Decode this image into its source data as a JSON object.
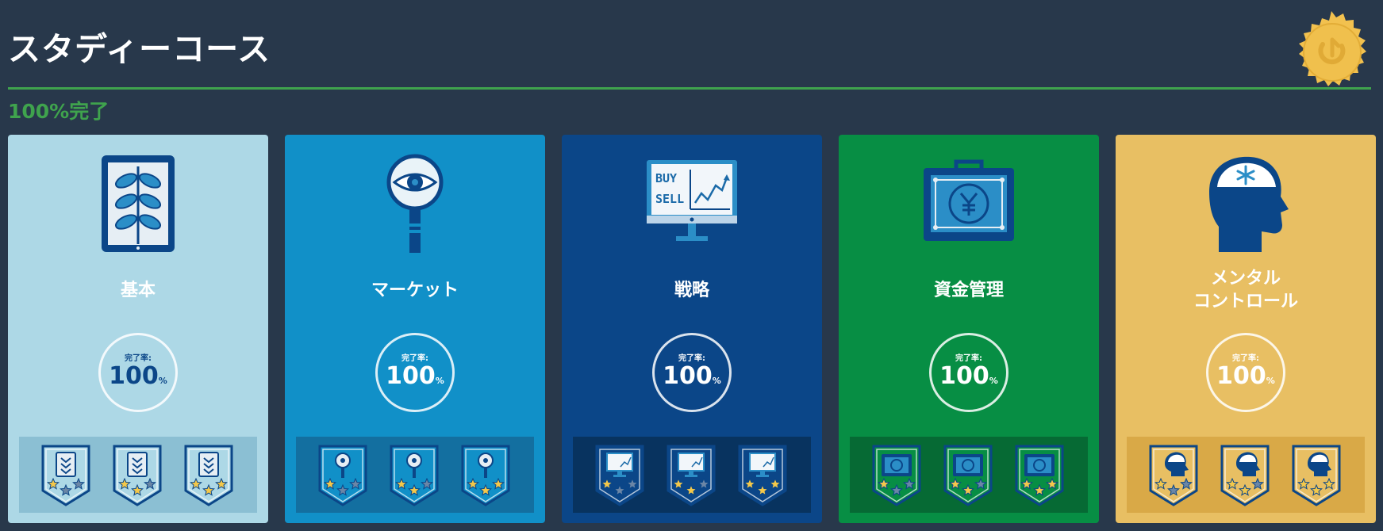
{
  "header": {
    "title": "スタディーコース",
    "progress_text": "100%完了"
  },
  "seal_icon": "completion-seal-icon",
  "cards": [
    {
      "id": "kihon",
      "name": "基本",
      "rate_label": "完了率:",
      "rate_value": "100",
      "rate_unit": "%",
      "icon": "plant-tablet-icon",
      "bg": "#add8e6",
      "badge_bg": "#8bbfd3",
      "badges": [
        {
          "icon": "plant-badge-icon",
          "stars": 1
        },
        {
          "icon": "plant-badge-icon",
          "stars": 2
        },
        {
          "icon": "plant-badge-icon",
          "stars": 3
        }
      ]
    },
    {
      "id": "market",
      "name": "マーケット",
      "rate_label": "完了率:",
      "rate_value": "100",
      "rate_unit": "%",
      "icon": "magnifying-eye-icon",
      "bg": "#1190c8",
      "badge_bg": "#136fa0",
      "badges": [
        {
          "icon": "magnifier-badge-icon",
          "stars": 1
        },
        {
          "icon": "magnifier-badge-icon",
          "stars": 2
        },
        {
          "icon": "magnifier-badge-icon",
          "stars": 3
        }
      ]
    },
    {
      "id": "senryaku",
      "name": "戦略",
      "rate_label": "完了率:",
      "rate_value": "100",
      "rate_unit": "%",
      "icon": "buy-sell-monitor-icon",
      "monitor_text_1": "BUY",
      "monitor_text_2": "SELL",
      "bg": "#0b4688",
      "badge_bg": "#08335f",
      "badges": [
        {
          "icon": "monitor-badge-icon",
          "stars": 1
        },
        {
          "icon": "monitor-badge-icon",
          "stars": 2
        },
        {
          "icon": "monitor-badge-icon",
          "stars": 3
        }
      ]
    },
    {
      "id": "shikin",
      "name": "資金管理",
      "rate_label": "完了率:",
      "rate_value": "100",
      "rate_unit": "%",
      "icon": "yen-briefcase-icon",
      "bg": "#078e44",
      "badge_bg": "#066a34",
      "badges": [
        {
          "icon": "briefcase-badge-icon",
          "stars": 1
        },
        {
          "icon": "briefcase-badge-icon",
          "stars": 2
        },
        {
          "icon": "briefcase-badge-icon",
          "stars": 3
        }
      ]
    },
    {
      "id": "mental",
      "name_line1": "メンタル",
      "name_line2": "コントロール",
      "rate_label": "完了率:",
      "rate_value": "100",
      "rate_unit": "%",
      "icon": "head-brain-icon",
      "bg": "#e8bf63",
      "badge_bg": "#d9a947",
      "badges": [
        {
          "icon": "head-badge-icon",
          "stars": 1
        },
        {
          "icon": "head-badge-icon",
          "stars": 2
        },
        {
          "icon": "head-badge-icon",
          "stars": 3
        }
      ]
    }
  ],
  "colors": {
    "page_bg": "#28384b",
    "accent_green": "#3fa34d",
    "navy": "#0b4688",
    "star": "#f4c84a",
    "star_empty": "#6b86a6"
  }
}
